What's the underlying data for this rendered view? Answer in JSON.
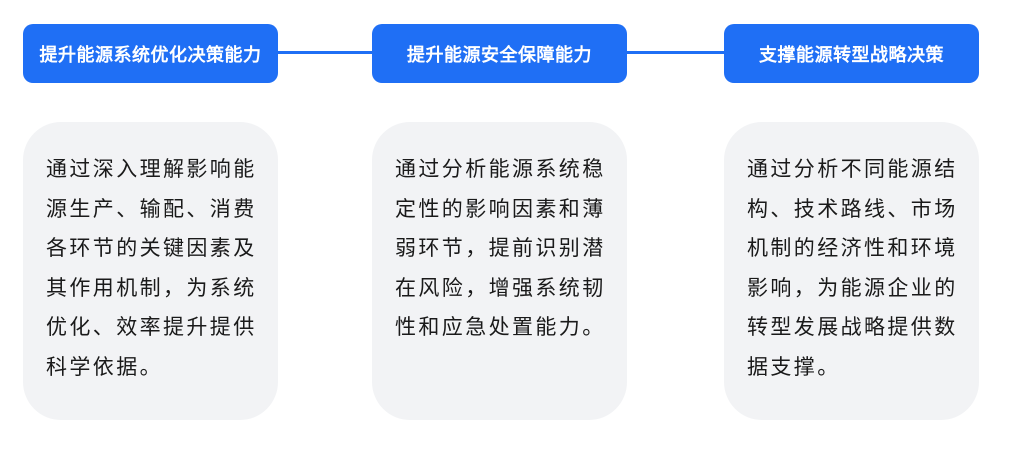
{
  "colors": {
    "accent": "#1f6ff5",
    "card_bg": "#f2f3f5",
    "header_text": "#ffffff",
    "body_text": "#1a1a1a"
  },
  "columns": [
    {
      "title": "提升能源系统优化决策能力",
      "description": "通过深入理解影响能源生产、输配、消费各环节的关键因素及其作用机制，为系统优化、效率提升提供科学依据。"
    },
    {
      "title": "提升能源安全保障能力",
      "description": "通过分析能源系统稳定性的影响因素和薄弱环节，提前识别潜在风险，增强系统韧性和应急处置能力。"
    },
    {
      "title": "支撑能源转型战略决策",
      "description": "通过分析不同能源结构、技术路线、市场机制的经济性和环境影响，为能源企业的转型发展战略提供数据支撑。"
    }
  ]
}
